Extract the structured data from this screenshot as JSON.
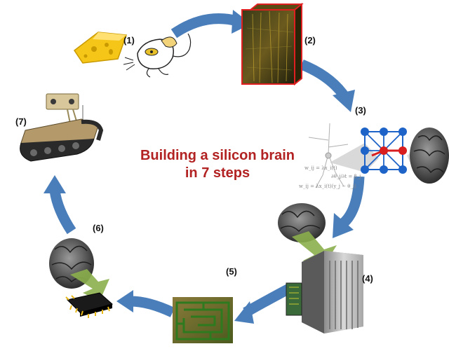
{
  "title": {
    "line1": "Building a silicon brain",
    "line2": "in 7 steps"
  },
  "steps": [
    {
      "label": "(1)",
      "icon": "cheese-and-mouse-icon"
    },
    {
      "label": "(2)",
      "icon": "cortical-tissue-block-icon"
    },
    {
      "label": "(3)",
      "icon": "neuron-model-network-icon"
    },
    {
      "label": "(4)",
      "icon": "supercomputer-rack-icon"
    },
    {
      "label": "(5)",
      "icon": "maze-icon"
    },
    {
      "label": "(6)",
      "icon": "brain-to-chip-icon"
    },
    {
      "label": "(7)",
      "icon": "robot-rover-icon"
    }
  ],
  "equations": {
    "e1": "w_ij = λx_i(t)",
    "e2": "∂θ_j/∂t = β_j",
    "e3": "w_ij = λx_i(t)(y_j − θ_j)"
  },
  "colors": {
    "cycle_arrow": "#4a7ebb",
    "transfer_arrow": "#8caf4e",
    "title": "#b22222",
    "tissue_border": "#e02020",
    "network_node": "#1e64c8",
    "network_active": "#d81e1e"
  }
}
